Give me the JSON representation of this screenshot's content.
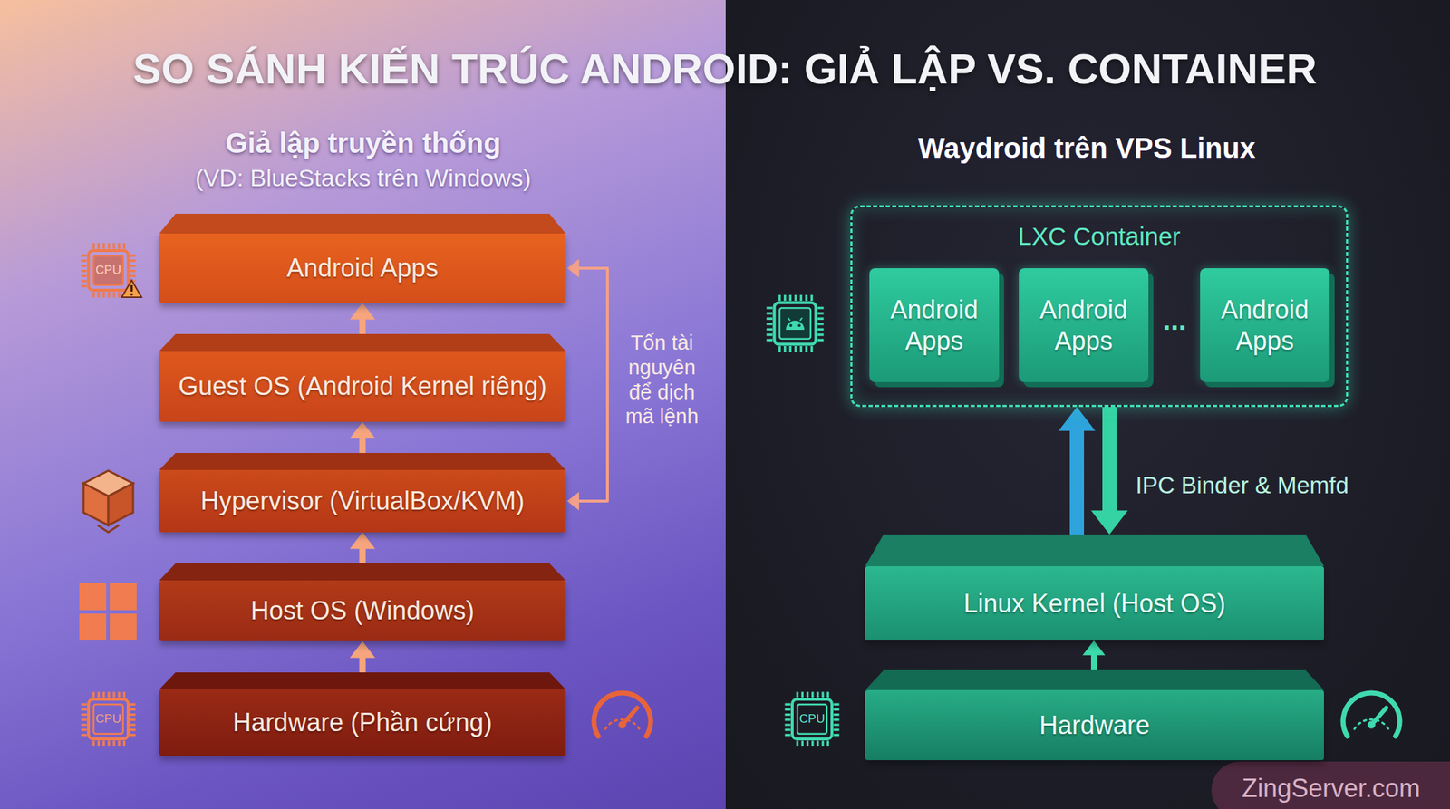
{
  "diagram": {
    "title": "SO SÁNH KIẾN TRÚC ANDROID: GIẢ LẬP VS. CONTAINER",
    "nodes": [
      {
        "text": [
          "Android Apps"
        ]
      },
      {
        "text": [
          "Guest OS (Android Kernel riêng)"
        ]
      },
      {
        "text": [
          "Hypervisor (VirtualBox/KVM)"
        ]
      },
      {
        "text": [
          "Host OS (Windows)"
        ]
      },
      {
        "text": [
          "Hardware (Phần cứng)"
        ]
      },
      {
        "text": [
          "LXC Container"
        ]
      },
      {
        "text": [
          "Android Apps"
        ],
        "in": 5
      },
      {
        "text": [
          "Android Apps"
        ],
        "in": 5
      },
      {
        "text": [
          "Android Apps"
        ],
        "in": 5
      },
      {
        "text": [
          "Linux Kernel (Host OS)"
        ]
      },
      {
        "text": [
          "Hardware"
        ]
      }
    ],
    "edges": [
      {
        "from": 4,
        "to": 3,
        "arrow": "to"
      },
      {
        "from": 3,
        "to": 2,
        "arrow": "to"
      },
      {
        "from": 2,
        "to": 1,
        "arrow": "to"
      },
      {
        "from": 1,
        "to": 0,
        "arrow": "to"
      },
      {
        "from": 2,
        "to": 0,
        "label": "Tốn tài nguyên để dịch mã lệnh",
        "arrow": "both"
      },
      {
        "from": 9,
        "to": 5,
        "arrow": "to"
      },
      {
        "from": 5,
        "to": 9,
        "label": "IPC Binder & Memfd",
        "arrow": "to"
      },
      {
        "from": 10,
        "to": 9,
        "arrow": "to"
      }
    ],
    "labels": [
      "Giả lập truyền thống",
      "(VD: BlueStacks trên Windows)",
      "Waydroid trên VPS Linux",
      "CPU",
      "CPU",
      "CPU",
      "...",
      "ZingServer.com"
    ]
  }
}
